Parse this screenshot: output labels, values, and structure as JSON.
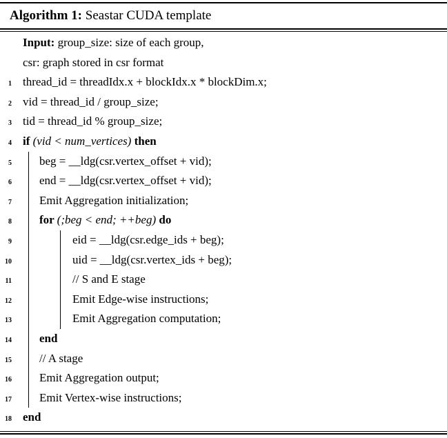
{
  "caption": {
    "label": "Algorithm 1:",
    "title": " Seastar CUDA template"
  },
  "input_lines": [
    {
      "parts": [
        {
          "style": "bold",
          "text": "Input: "
        },
        {
          "style": "plain",
          "text": "group_size: size of each group,"
        }
      ]
    },
    {
      "parts": [
        {
          "style": "plain",
          "text": "csr: graph stored in csr format"
        }
      ]
    }
  ],
  "code_lines": [
    {
      "num": "1",
      "level": 0,
      "parts": [
        {
          "style": "plain",
          "text": "thread_id = threadIdx.x + blockIdx.x * blockDim.x;"
        }
      ]
    },
    {
      "num": "2",
      "level": 0,
      "parts": [
        {
          "style": "plain",
          "text": "vid = thread_id / group_size;"
        }
      ]
    },
    {
      "num": "3",
      "level": 0,
      "parts": [
        {
          "style": "plain",
          "text": "tid = thread_id % group_size;"
        }
      ]
    },
    {
      "num": "4",
      "level": 0,
      "parts": [
        {
          "style": "bold",
          "text": "if "
        },
        {
          "style": "italic",
          "text": "(vid < num_vertices) "
        },
        {
          "style": "bold",
          "text": "then"
        }
      ]
    },
    {
      "num": "5",
      "level": 1,
      "parts": [
        {
          "style": "plain",
          "text": "beg = __ldg(csr.vertex_offset + vid);"
        }
      ]
    },
    {
      "num": "6",
      "level": 1,
      "parts": [
        {
          "style": "plain",
          "text": "end = __ldg(csr.vertex_offset + vid);"
        }
      ]
    },
    {
      "num": "7",
      "level": 1,
      "parts": [
        {
          "style": "plain",
          "text": "Emit Aggregation initialization;"
        }
      ]
    },
    {
      "num": "8",
      "level": 1,
      "parts": [
        {
          "style": "bold",
          "text": "for "
        },
        {
          "style": "italic",
          "text": "(;beg < end; ++beg) "
        },
        {
          "style": "bold",
          "text": "do"
        }
      ]
    },
    {
      "num": "9",
      "level": 2,
      "parts": [
        {
          "style": "plain",
          "text": "eid = __ldg(csr.edge_ids + beg);"
        }
      ]
    },
    {
      "num": "10",
      "level": 2,
      "parts": [
        {
          "style": "plain",
          "text": "uid = __ldg(csr.vertex_ids + beg);"
        }
      ]
    },
    {
      "num": "11",
      "level": 2,
      "parts": [
        {
          "style": "plain",
          "text": "// S and E stage"
        }
      ]
    },
    {
      "num": "12",
      "level": 2,
      "parts": [
        {
          "style": "plain",
          "text": "Emit Edge-wise instructions;"
        }
      ]
    },
    {
      "num": "13",
      "level": 2,
      "parts": [
        {
          "style": "plain",
          "text": "Emit Aggregation computation;"
        }
      ]
    },
    {
      "num": "14",
      "level": 1,
      "parts": [
        {
          "style": "bold",
          "text": "end"
        }
      ]
    },
    {
      "num": "15",
      "level": 1,
      "parts": [
        {
          "style": "plain",
          "text": "// A stage"
        }
      ]
    },
    {
      "num": "16",
      "level": 1,
      "parts": [
        {
          "style": "plain",
          "text": "Emit Aggregation output;"
        }
      ]
    },
    {
      "num": "17",
      "level": 1,
      "parts": [
        {
          "style": "plain",
          "text": "Emit Vertex-wise instructions;"
        }
      ]
    },
    {
      "num": "18",
      "level": 0,
      "parts": [
        {
          "style": "bold",
          "text": "end"
        }
      ]
    }
  ],
  "colors": {
    "text": "#000000",
    "background": "#ffffff",
    "rule": "#000000"
  }
}
